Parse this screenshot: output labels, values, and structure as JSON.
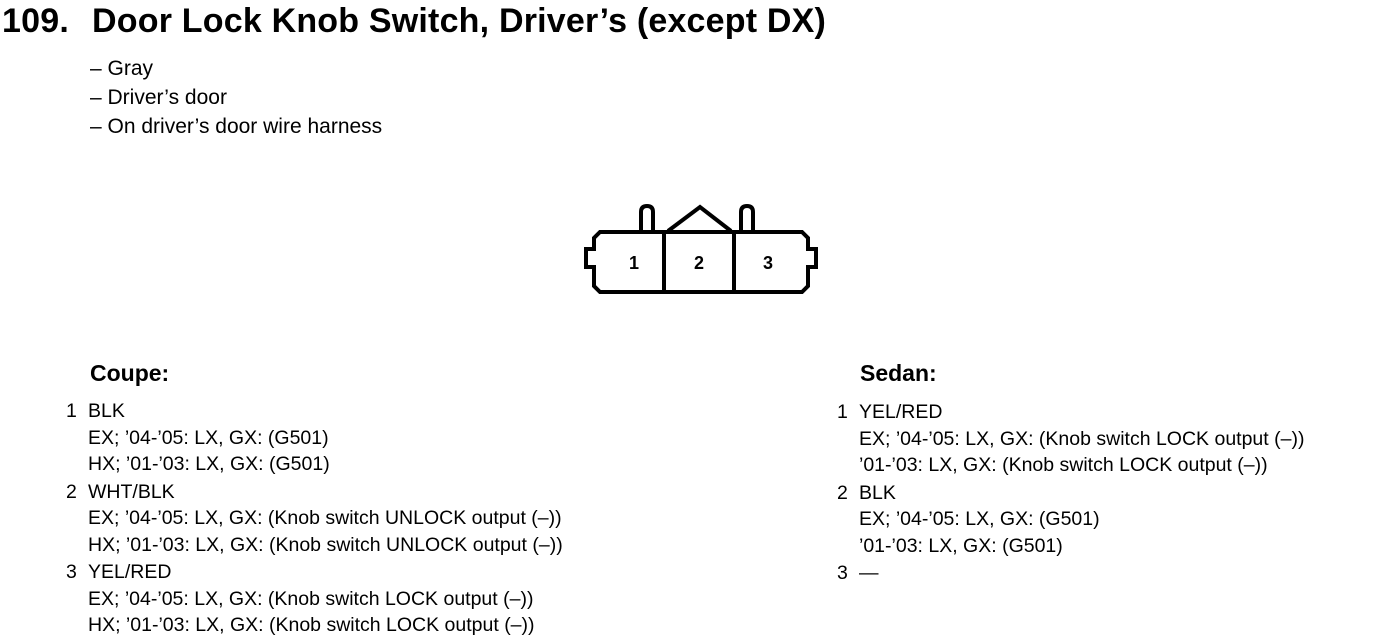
{
  "title": {
    "number": "109.",
    "text": "Door Lock Knob Switch, Driver’s (except DX)"
  },
  "notes": [
    "– Gray",
    "– Driver’s door",
    "– On driver’s door wire harness"
  ],
  "connector": {
    "pin_labels": [
      "1",
      "2",
      "3"
    ]
  },
  "coupe": {
    "heading": "Coupe:",
    "pins": [
      {
        "num": "1",
        "wire": "BLK",
        "lines": [
          "EX; ’04-’05: LX, GX: (G501)",
          "HX; ’01-’03: LX, GX: (G501)"
        ]
      },
      {
        "num": "2",
        "wire": "WHT/BLK",
        "lines": [
          "EX; ’04-’05: LX, GX: (Knob switch UNLOCK output (–))",
          "HX; ’01-’03: LX, GX: (Knob switch UNLOCK output (–))"
        ]
      },
      {
        "num": "3",
        "wire": "YEL/RED",
        "lines": [
          "EX; ’04-’05: LX, GX: (Knob switch LOCK output (–))",
          "HX; ’01-’03: LX, GX: (Knob switch LOCK output (–))"
        ]
      }
    ]
  },
  "sedan": {
    "heading": "Sedan:",
    "pins": [
      {
        "num": "1",
        "wire": "YEL/RED",
        "lines": [
          "EX; ’04-’05: LX, GX: (Knob switch LOCK output (–))",
          "’01-’03: LX, GX: (Knob switch LOCK output (–))"
        ]
      },
      {
        "num": "2",
        "wire": "BLK",
        "lines": [
          "EX; ’04-’05: LX, GX: (G501)",
          "’01-’03: LX, GX: (G501)"
        ]
      },
      {
        "num": "3",
        "wire": "—",
        "lines": []
      }
    ]
  }
}
